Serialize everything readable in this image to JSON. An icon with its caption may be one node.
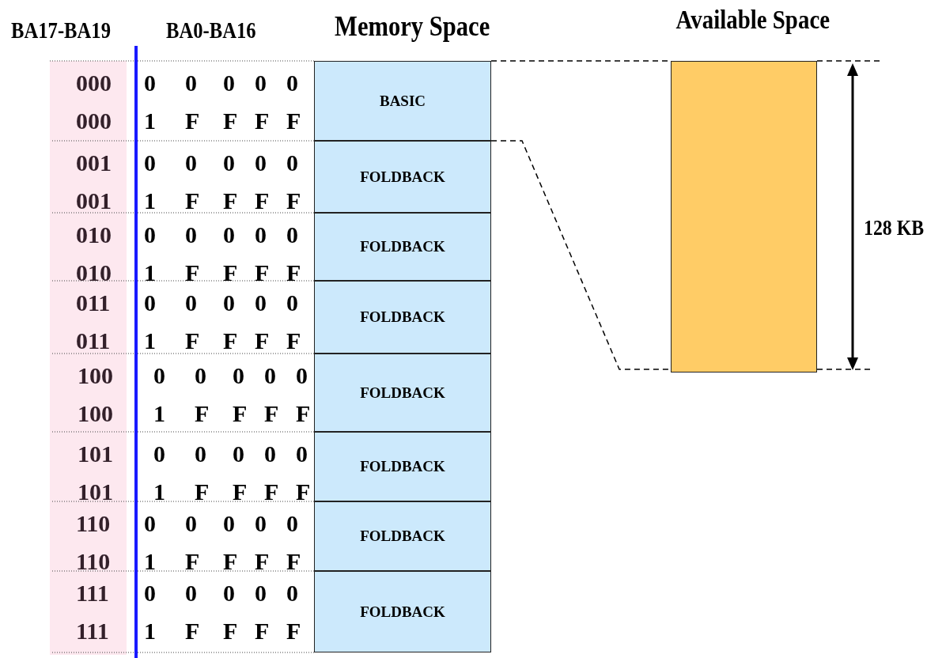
{
  "diagram": {
    "nodes": [
      {
        "text": [
          "BASIC"
        ]
      },
      {
        "text": [
          "FOLDBACK"
        ]
      },
      {
        "text": [
          "FOLDBACK"
        ]
      },
      {
        "text": [
          "FOLDBACK"
        ]
      },
      {
        "text": [
          "FOLDBACK"
        ]
      },
      {
        "text": [
          "FOLDBACK"
        ]
      },
      {
        "text": [
          "FOLDBACK"
        ]
      },
      {
        "text": [
          "FOLDBACK"
        ]
      },
      {
        "text": [
          "Available Space"
        ]
      }
    ],
    "edges": [
      {
        "from": 0,
        "to": 8,
        "arrow": "none",
        "style": "dashed"
      },
      {
        "from": 0,
        "to": 8,
        "arrow": "none",
        "style": "dashed"
      }
    ],
    "labels": [
      "BA17-BA19",
      "BA0-BA16",
      "Memory Space",
      "000",
      "0",
      "0",
      "0",
      "0",
      "0",
      "000",
      "1",
      "F",
      "F",
      "F",
      "F",
      "001",
      "0",
      "0",
      "0",
      "0",
      "0",
      "001",
      "1",
      "F",
      "F",
      "F",
      "F",
      "010",
      "0",
      "0",
      "0",
      "0",
      "0",
      "010",
      "1",
      "F",
      "F",
      "F",
      "F",
      "011",
      "0",
      "0",
      "0",
      "0",
      "0",
      "011",
      "1",
      "F",
      "F",
      "F",
      "F",
      "100",
      "0",
      "0",
      "0",
      "0",
      "0",
      "100",
      "1",
      "F",
      "F",
      "F",
      "F",
      "101",
      "0",
      "0",
      "0",
      "0",
      "0",
      "101",
      "1",
      "F",
      "F",
      "F",
      "F",
      "110",
      "0",
      "0",
      "0",
      "0",
      "0",
      "110",
      "1",
      "F",
      "F",
      "F",
      "F",
      "111",
      "0",
      "0",
      "0",
      "0",
      "0",
      "111",
      "1",
      "F",
      "F",
      "F",
      "F",
      "128 KB"
    ]
  }
}
